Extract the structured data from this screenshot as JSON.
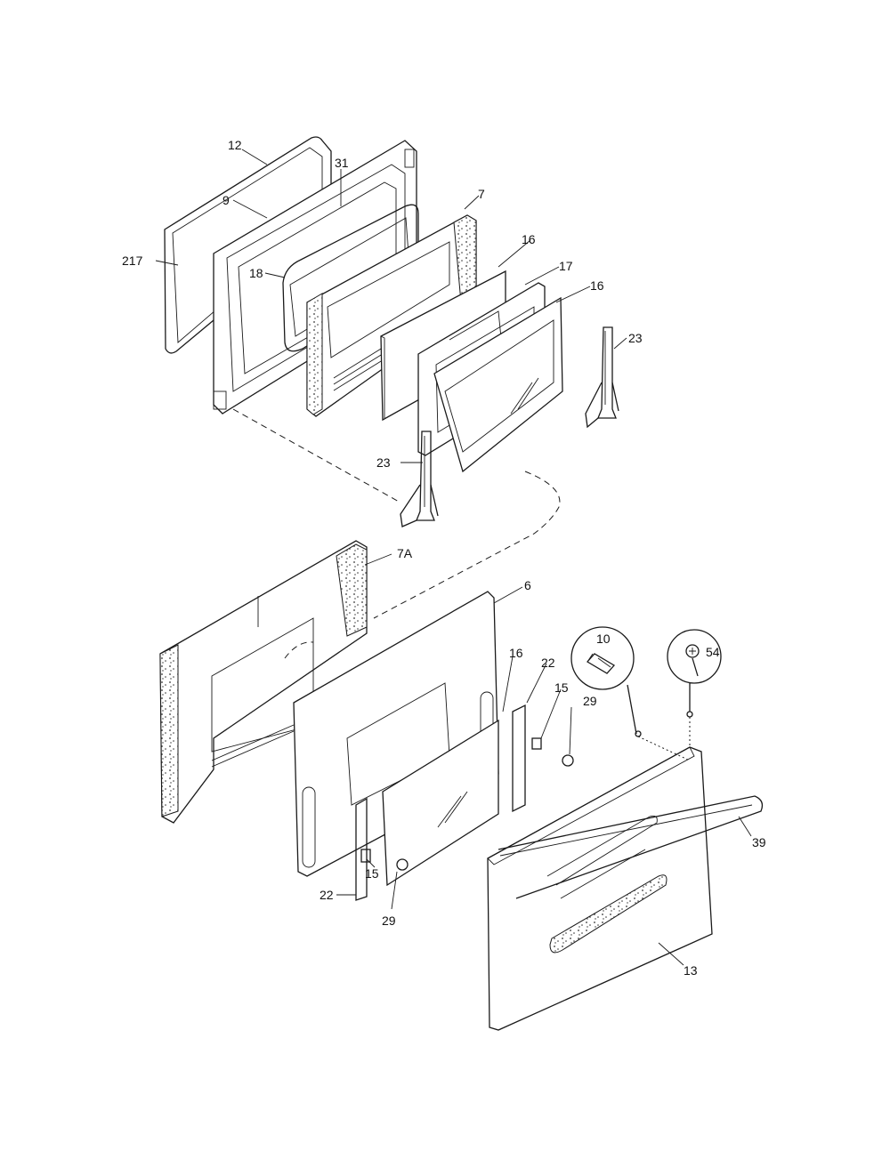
{
  "callouts": {
    "c12": "12",
    "c31": "31",
    "c9": "9",
    "c7": "7",
    "c217": "217",
    "c18": "18",
    "c16a": "16",
    "c17": "17",
    "c16b": "16",
    "c23a": "23",
    "c23b": "23",
    "c7A": "7A",
    "c6": "6",
    "c10": "10",
    "c54": "54",
    "c16c": "16",
    "c22a": "22",
    "c15a": "15",
    "c29a": "29",
    "c39": "39",
    "c15b": "15",
    "c22b": "22",
    "c29b": "29",
    "c13": "13"
  }
}
